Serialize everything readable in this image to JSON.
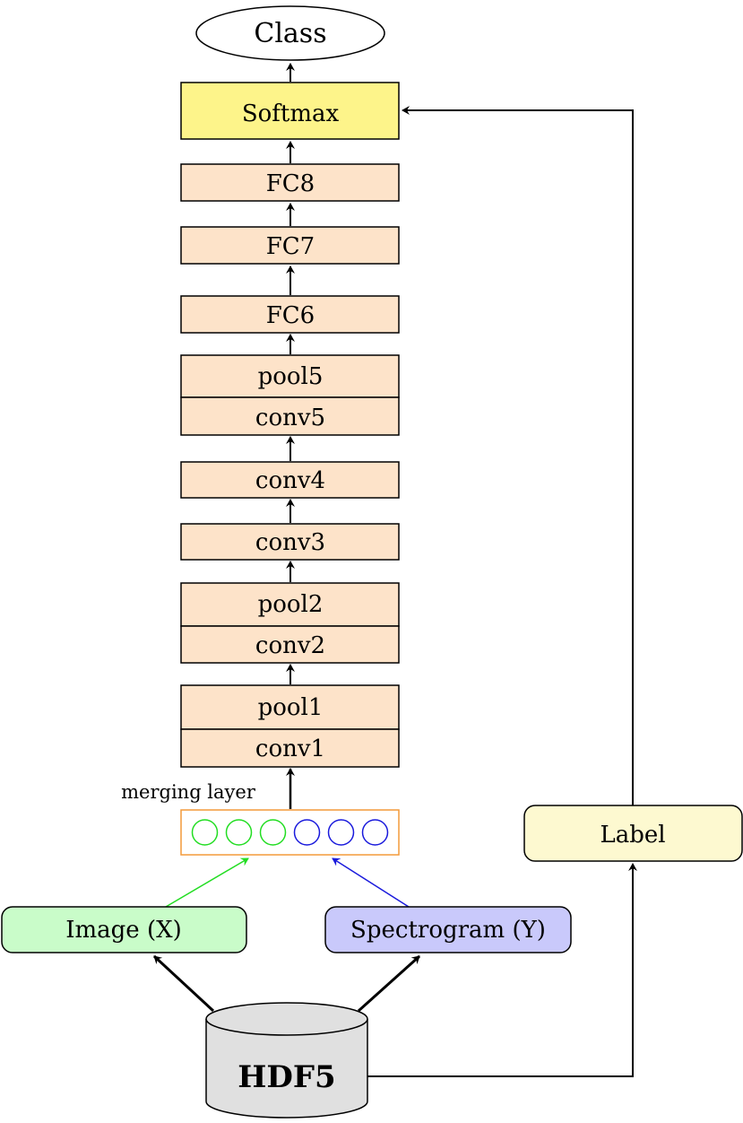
{
  "nodes": {
    "class": "Class",
    "softmax": "Softmax",
    "fc8": "FC8",
    "fc7": "FC7",
    "fc6": "FC6",
    "pool5": "pool5",
    "conv5": "conv5",
    "conv4": "conv4",
    "conv3": "conv3",
    "pool2": "pool2",
    "conv2": "conv2",
    "pool1": "pool1",
    "conv1": "conv1",
    "merging_label": "merging layer",
    "image": "Image (X)",
    "spectrogram": "Spectrogram (Y)",
    "label": "Label",
    "hdf5": "HDF5"
  },
  "merging_units": {
    "image_units": 3,
    "spectrogram_units": 3
  },
  "colors": {
    "layer_fill": "#fde3c9",
    "softmax_fill": "#fdf48a",
    "image_fill": "#c9fcc9",
    "spectrogram_fill": "#c9c9fb",
    "label_fill": "#fdf9d0",
    "hdf5_fill": "#e0e0e0",
    "merging_border": "#f39a3a",
    "image_unit": "#22dd22",
    "spectrogram_unit": "#1a1adc"
  }
}
